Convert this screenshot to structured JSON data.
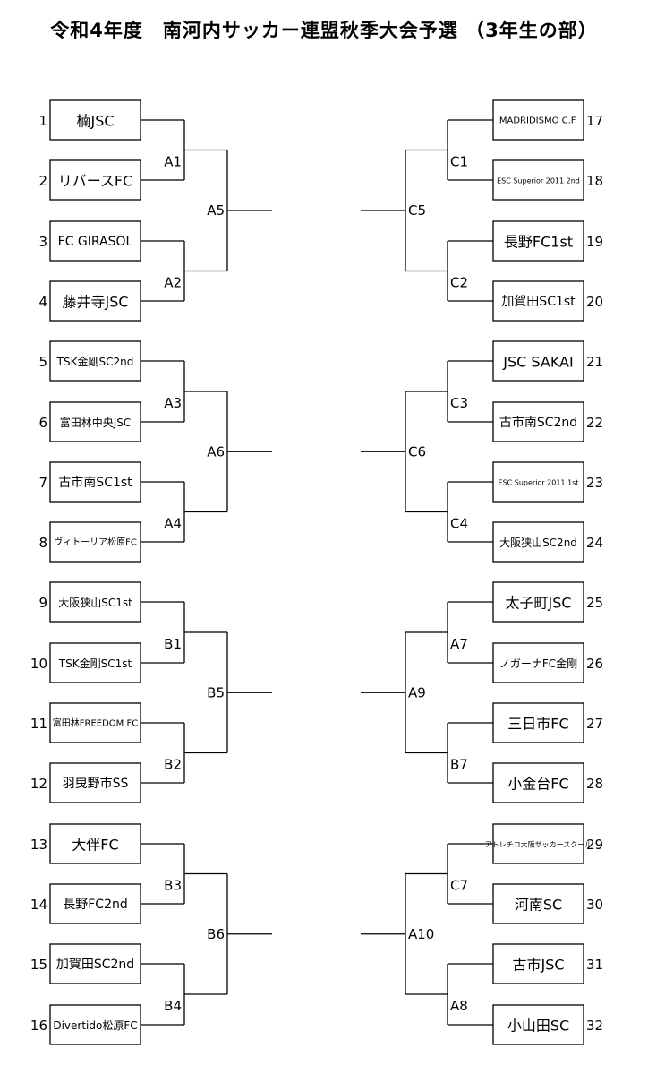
{
  "title": "令和4年度　南河内サッカー連盟秋季大会予選 （3年生の部）",
  "left_teams": [
    {
      "num": "1",
      "name": "楠JSC",
      "size": "large"
    },
    {
      "num": "2",
      "name": "リバースFC",
      "size": "large"
    },
    {
      "num": "3",
      "name": "FC GIRASOL",
      "size": "medium"
    },
    {
      "num": "4",
      "name": "藤井寺JSC",
      "size": "large"
    },
    {
      "num": "5",
      "name": "TSK金剛SC2nd",
      "size": "small"
    },
    {
      "num": "6",
      "name": "富田林中央JSC",
      "size": "small"
    },
    {
      "num": "7",
      "name": "古市南SC1st",
      "size": "medium"
    },
    {
      "num": "8",
      "name": "ヴィトーリア松原FC",
      "size": "tiny"
    },
    {
      "num": "9",
      "name": "大阪狭山SC1st",
      "size": "small"
    },
    {
      "num": "10",
      "name": "TSK金剛SC1st",
      "size": "small"
    },
    {
      "num": "11",
      "name": "富田林FREEDOM FC",
      "size": "tiny"
    },
    {
      "num": "12",
      "name": "羽曳野市SS",
      "size": "medium"
    },
    {
      "num": "13",
      "name": "大伴FC",
      "size": "large"
    },
    {
      "num": "14",
      "name": "長野FC2nd",
      "size": "medium"
    },
    {
      "num": "15",
      "name": "加賀田SC2nd",
      "size": "medium"
    },
    {
      "num": "16",
      "name": "Divertido松原FC",
      "size": "small"
    }
  ],
  "right_teams": [
    {
      "num": "17",
      "name": "MADRIDISMO C.F.",
      "size": "tiny"
    },
    {
      "num": "18",
      "name": "ESC Superior 2011 2nd",
      "size": "micro"
    },
    {
      "num": "19",
      "name": "長野FC1st",
      "size": "large"
    },
    {
      "num": "20",
      "name": "加賀田SC1st",
      "size": "medium"
    },
    {
      "num": "21",
      "name": "JSC SAKAI",
      "size": "large"
    },
    {
      "num": "22",
      "name": "古市南SC2nd",
      "size": "medium"
    },
    {
      "num": "23",
      "name": "ESC Superior 2011 1st",
      "size": "micro"
    },
    {
      "num": "24",
      "name": "大阪狭山SC2nd",
      "size": "small"
    },
    {
      "num": "25",
      "name": "太子町JSC",
      "size": "large"
    },
    {
      "num": "26",
      "name": "ノガーナFC金剛",
      "size": "small"
    },
    {
      "num": "27",
      "name": "三日市FC",
      "size": "large"
    },
    {
      "num": "28",
      "name": "小金台FC",
      "size": "large"
    },
    {
      "num": "29",
      "name": "アトレチコ大阪サッカースクール",
      "size": "micro"
    },
    {
      "num": "30",
      "name": "河南SC",
      "size": "large"
    },
    {
      "num": "31",
      "name": "古市JSC",
      "size": "large"
    },
    {
      "num": "32",
      "name": "小山田SC",
      "size": "large"
    }
  ],
  "left_first_round": [
    "A1",
    "A2",
    "A3",
    "A4",
    "B1",
    "B2",
    "B3",
    "B4"
  ],
  "left_second_round": [
    "A5",
    "A6",
    "B5",
    "B6"
  ],
  "right_first_round": [
    "C1",
    "C2",
    "C3",
    "C4",
    "A7",
    "B7",
    "C7",
    "A8"
  ],
  "right_second_round": [
    "C5",
    "C6",
    "A9",
    "A10"
  ]
}
